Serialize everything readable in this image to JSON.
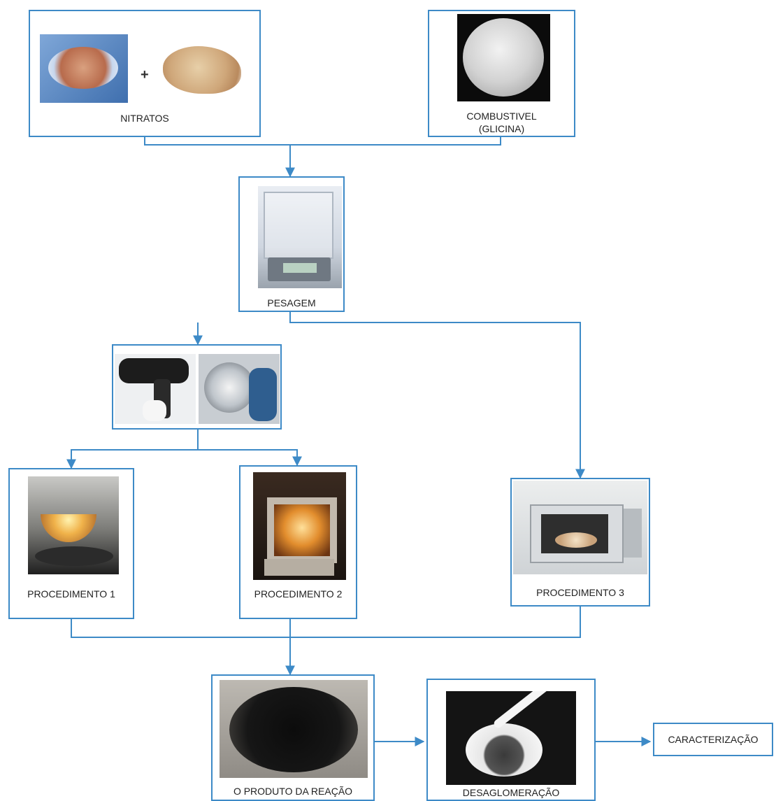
{
  "nodes": {
    "nitratos": {
      "label": "NITRATOS",
      "plus": "+"
    },
    "combustivel": {
      "label_line1": "COMBUSTIVEL",
      "label_line2": "(GLICINA)"
    },
    "pesagem": {
      "label": "PESAGEM"
    },
    "procedimento1": {
      "label": "PROCEDIMENTO 1"
    },
    "procedimento2": {
      "label": "PROCEDIMENTO 2"
    },
    "procedimento3": {
      "label": "PROCEDIMENTO 3"
    },
    "produto": {
      "label": "O PRODUTO DA REAÇÃO"
    },
    "desaglomeracao": {
      "label": "DESAGLOMERAÇÃO"
    },
    "caracterizacao": {
      "label": "CARACTERIZAÇÃO"
    }
  },
  "colors": {
    "connector": "#3d8ac7",
    "box_border": "#3d8ac7"
  }
}
